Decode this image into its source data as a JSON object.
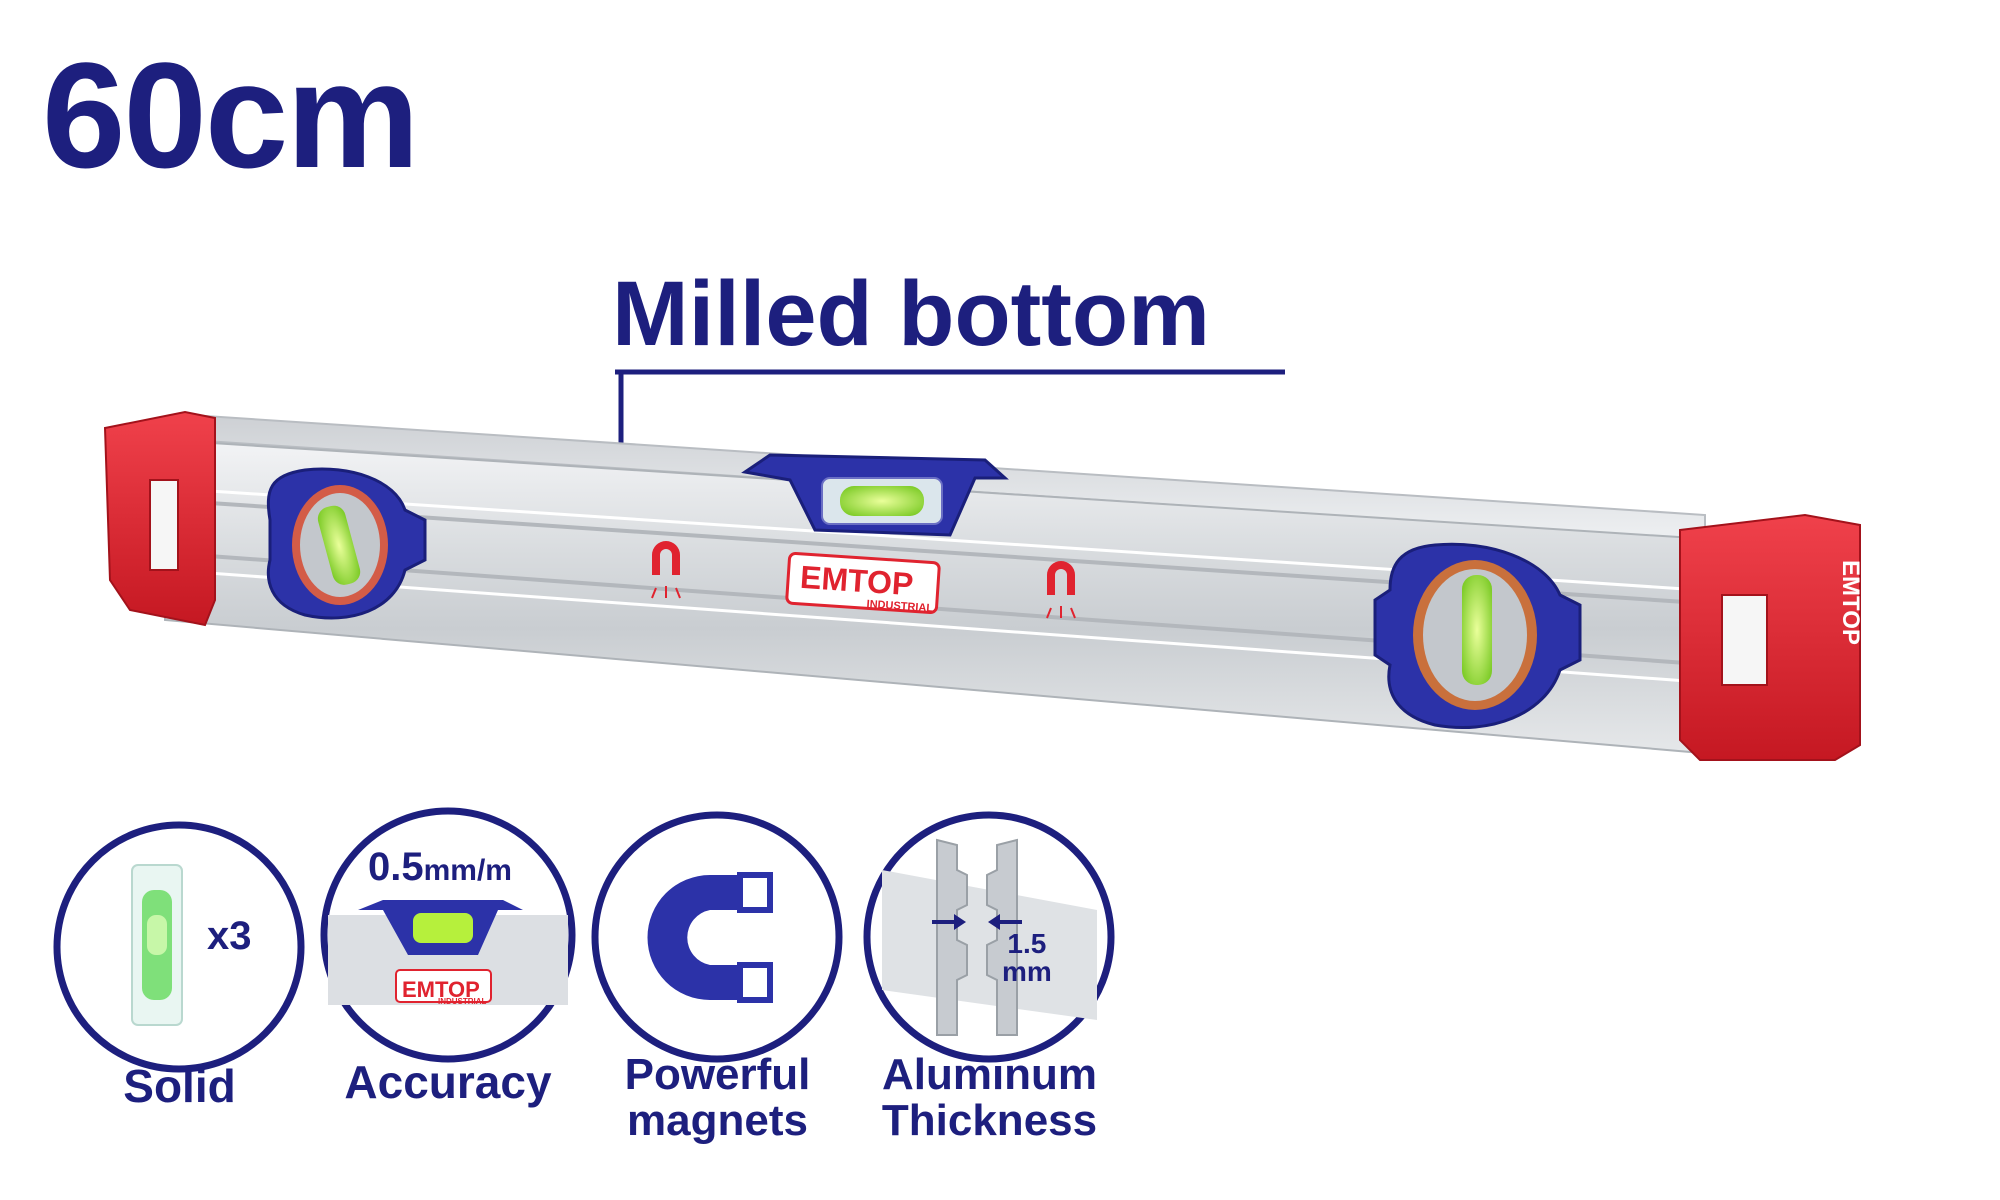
{
  "headline": {
    "size": "60cm"
  },
  "callout": {
    "label": "Milled bottom"
  },
  "level": {
    "brand": "EMTOP",
    "sub_brand": "INDUSTRIAL",
    "endcap_brand": "EMTOP",
    "colors": {
      "body": "#d5d8dc",
      "endcap": "#e0232f",
      "vial_frame": "#2c32a8",
      "vial": "#b6f03c",
      "text": "#1d1f7e"
    }
  },
  "features": [
    {
      "icon": "vial-icon",
      "badge_text": "x3",
      "label": "Solid"
    },
    {
      "icon": "accuracy-icon",
      "badge_value": "0.5",
      "badge_unit": "mm/m",
      "brand": "EMTOP",
      "sub_brand": "INDUSTRIAL",
      "label": "Accuracy"
    },
    {
      "icon": "magnet-icon",
      "label_line1": "Powerful",
      "label_line2": "magnets"
    },
    {
      "icon": "profile-icon",
      "badge_value": "1.5",
      "badge_unit": "mm",
      "label_line1": "Aluminum",
      "label_line2": "Thickness"
    }
  ]
}
